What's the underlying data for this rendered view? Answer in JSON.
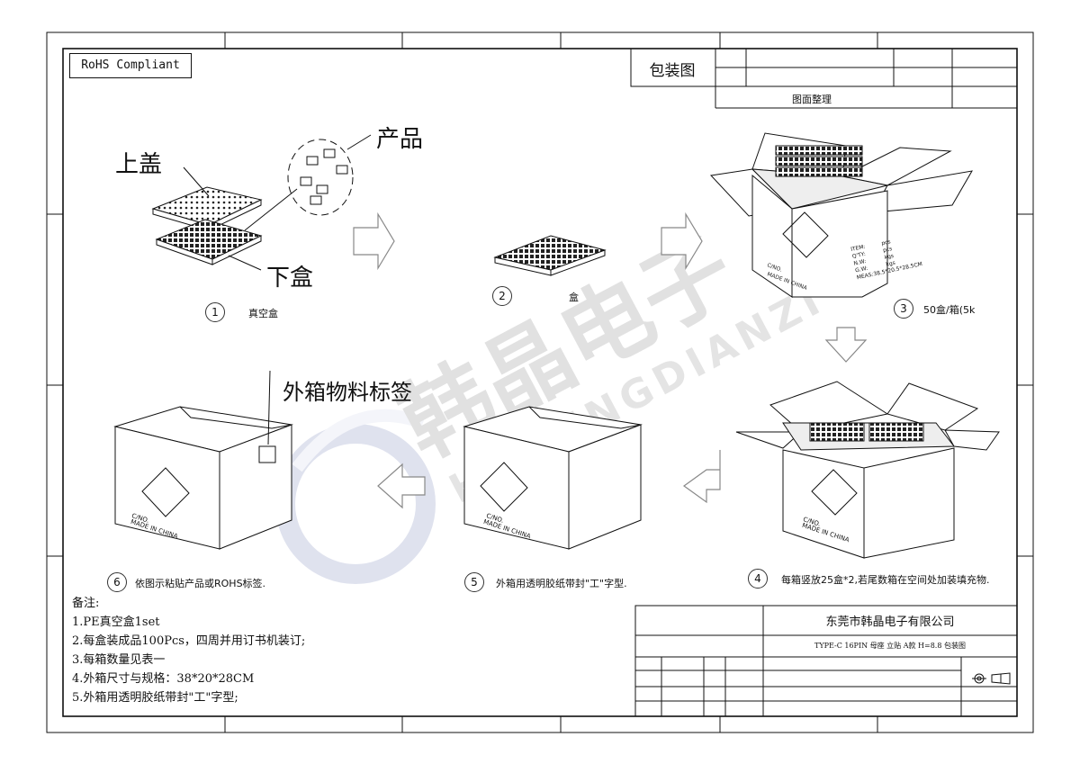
{
  "badge": {
    "rohs": "RoHS Compliant"
  },
  "header": {
    "title": "包装图",
    "subtitle": "图面整理"
  },
  "labels": {
    "top_cover": "上盖",
    "product": "产品",
    "bottom_box": "下盒",
    "outer_label": "外箱物料标签"
  },
  "steps": [
    {
      "num": "1",
      "caption": "真空盒"
    },
    {
      "num": "2",
      "caption": "盒"
    },
    {
      "num": "3",
      "caption": "50盒/箱(5k"
    },
    {
      "num": "4",
      "caption": "每箱竖放25盒*2,若尾数箱在空间处加装填充物."
    },
    {
      "num": "5",
      "caption": "外箱用透明胶纸带封\"工\"字型."
    },
    {
      "num": "6",
      "caption": "依图示粘贴产品或ROHS标签."
    }
  ],
  "carton_marks": {
    "cno": "C/NO.",
    "origin": "MADE IN CHINA",
    "item_lines": [
      "ITEM:",
      "Q'TY:",
      "N.W:",
      "G.W:",
      "MEAS:38.5*20.5*28.5CM"
    ],
    "item_values": [
      "pcs",
      "pcs",
      "kgs",
      "kgs"
    ]
  },
  "watermark": {
    "cn": "韩晶电子",
    "en": "HANJINGDIANZI"
  },
  "notes": {
    "heading": "备注:",
    "items": [
      "1.PE真空盒1set",
      "2.每盒装成品100Pcs，四周并用订书机装订;",
      "3.每箱数量见表一",
      "4.外箱尺寸与规格：38*20*28CM",
      "5.外箱用透明胶纸带封\"工\"字型;"
    ]
  },
  "title_block": {
    "company": "东莞市韩晶电子有限公司",
    "doc_title": "TYPE-C 16PIN 母座 立贴 A款 H=8.8  包装图"
  }
}
